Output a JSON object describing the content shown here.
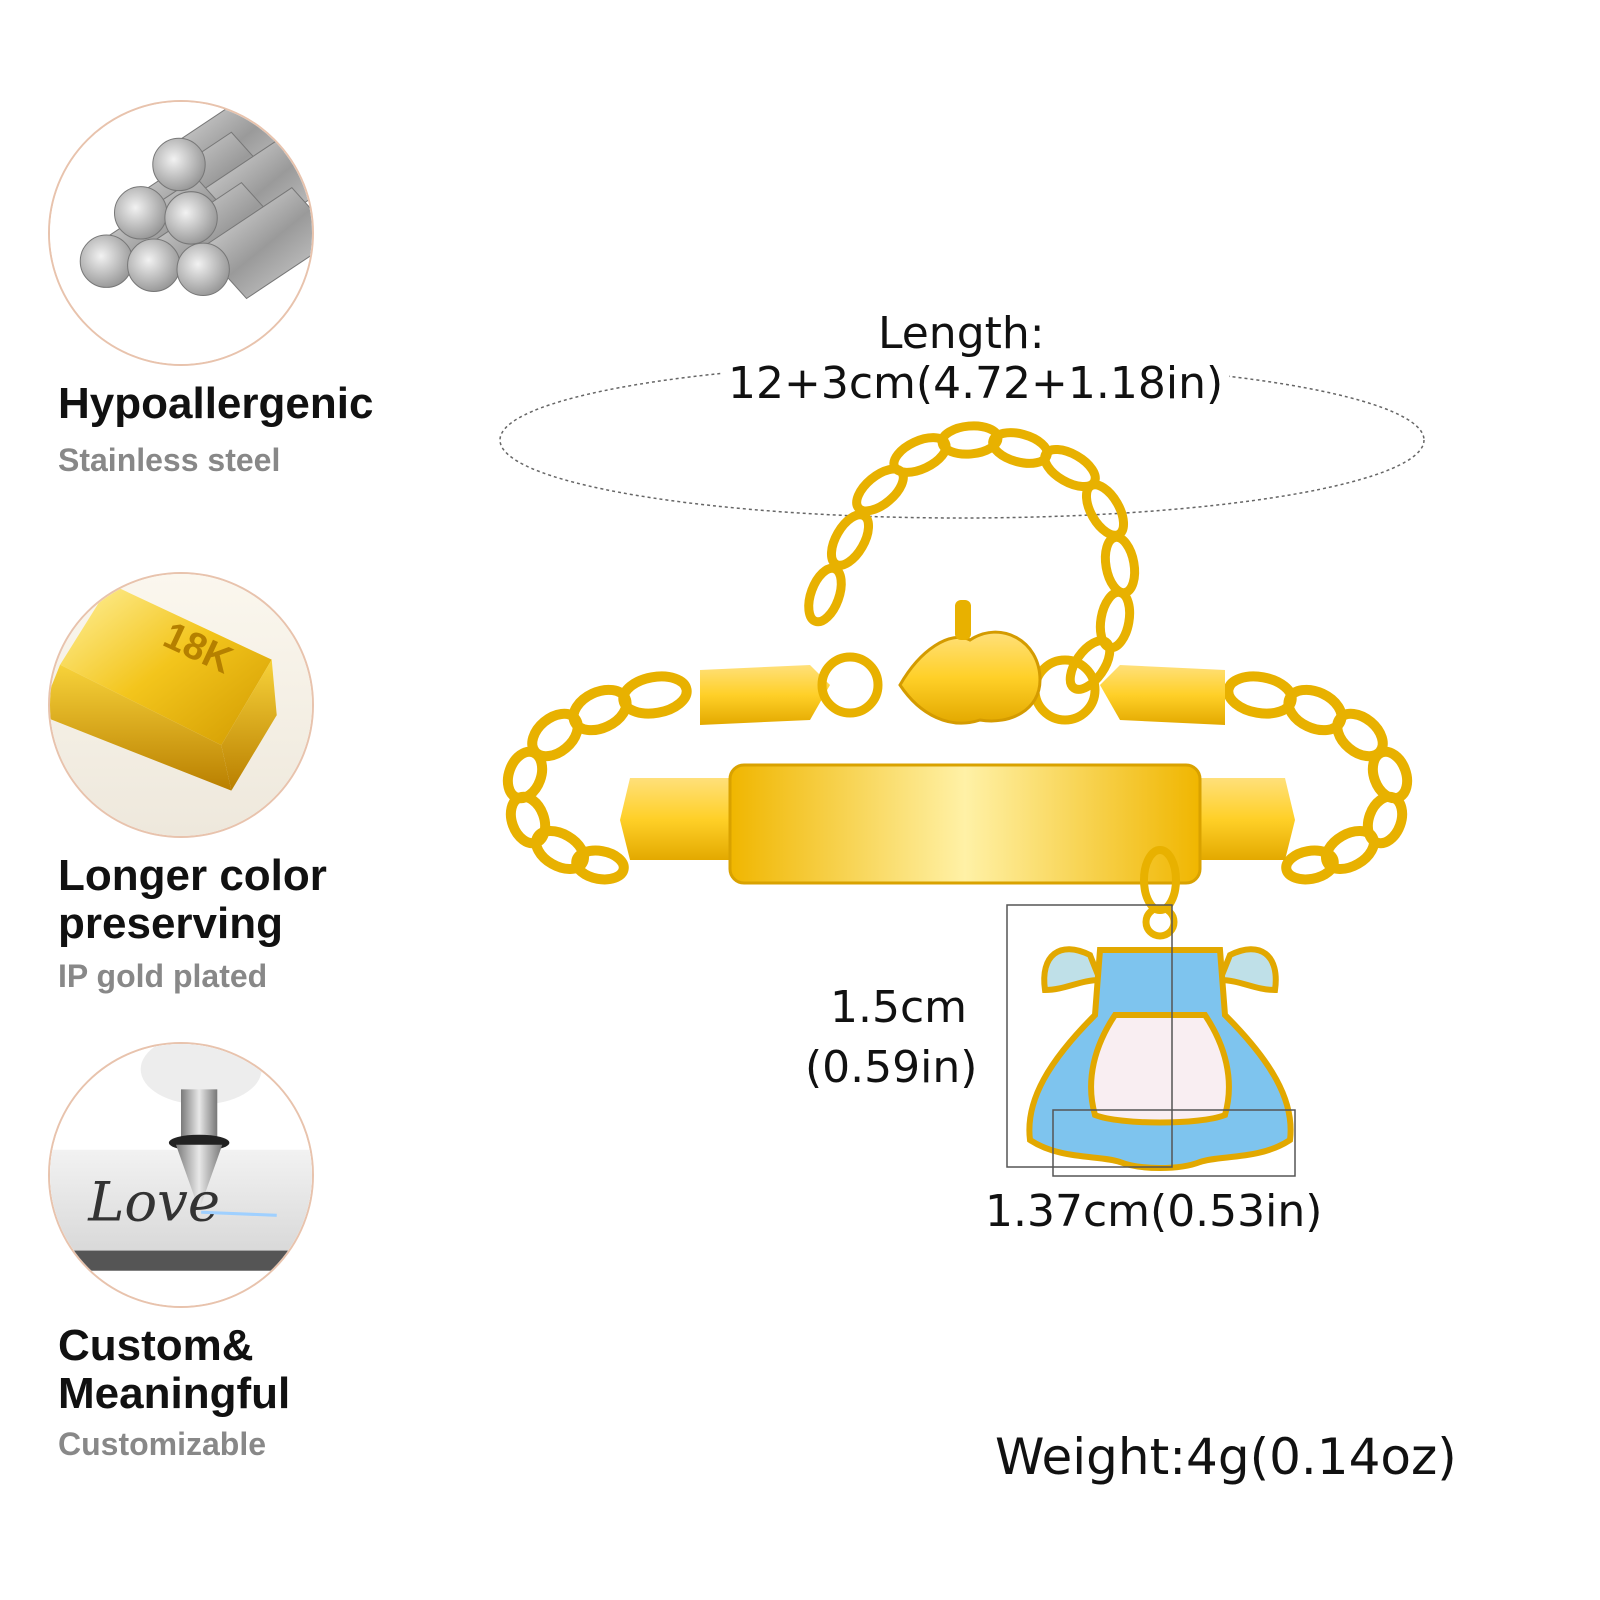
{
  "features": [
    {
      "title": "Hypoallergenic",
      "subtitle": "Stainless steel",
      "icon": "steel-rods-icon"
    },
    {
      "title": "Longer color preserving",
      "subtitle": "IP gold plated",
      "icon": "gold-bar-icon",
      "bar_label": "18K"
    },
    {
      "title": "Custom& Meaningful",
      "subtitle": "Customizable",
      "icon": "engraving-icon",
      "engraving_text": "Love"
    }
  ],
  "dimensions": {
    "length_label": "Length:",
    "length_value": "12+3cm(4.72+1.18in)",
    "charm_height_cm": "1.5cm",
    "charm_height_in": "(0.59in)",
    "charm_width": "1.37cm(0.53in)",
    "weight": "Weight:4g(0.14oz)"
  },
  "colors": {
    "gold": "#f2c21a",
    "charm_blue": "#7ec4ee",
    "charm_white": "#f9eef2",
    "circle_border": "#e8c3ad",
    "subtitle_gray": "#888888"
  }
}
